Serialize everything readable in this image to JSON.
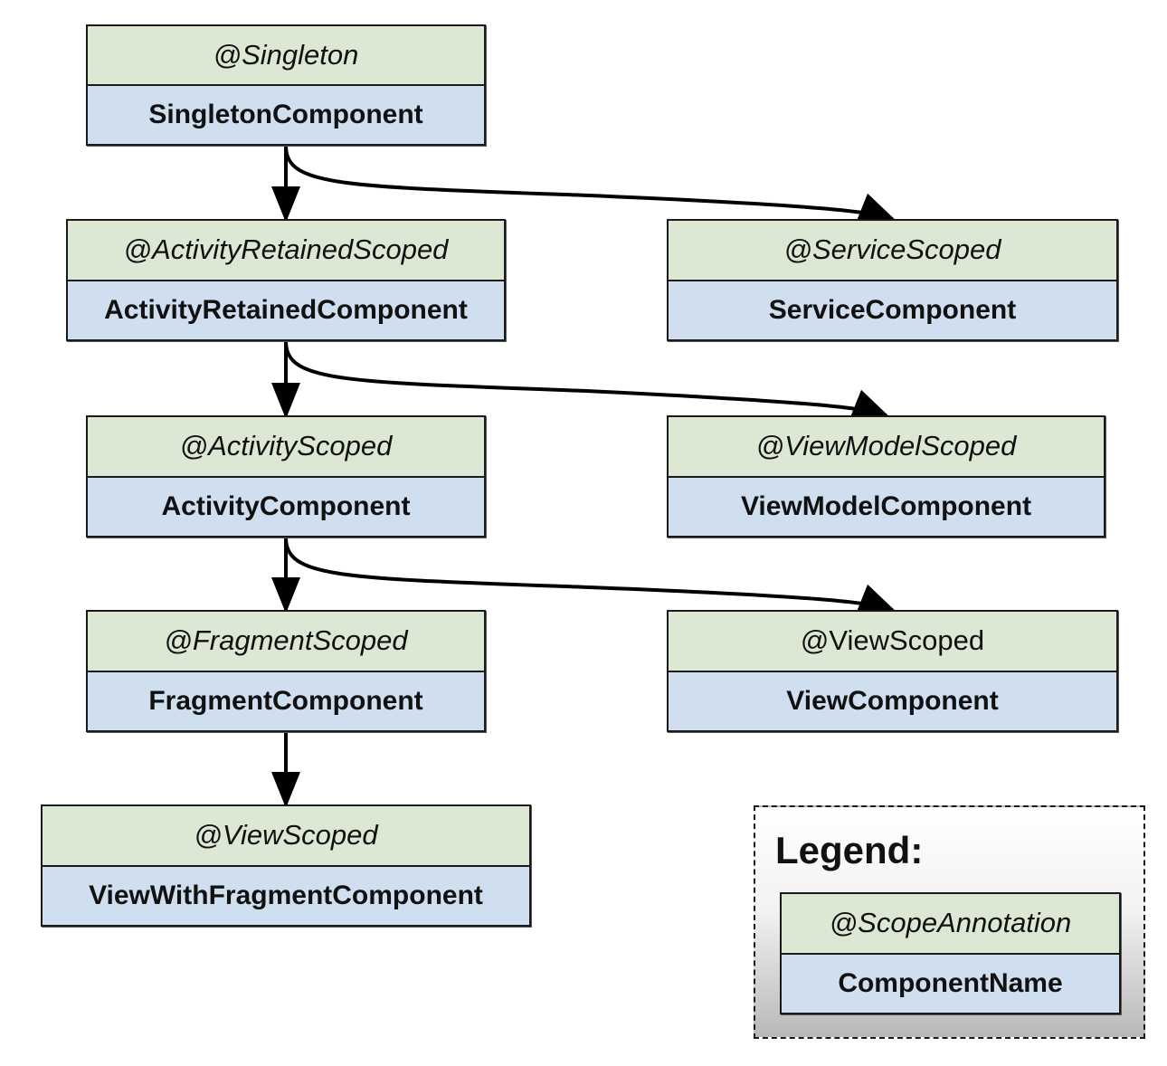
{
  "nodes": [
    {
      "id": "singleton",
      "scope": "@Singleton",
      "component": "SingletonComponent",
      "scope_italic": true
    },
    {
      "id": "activity-retained",
      "scope": "@ActivityRetainedScoped",
      "component": "ActivityRetainedComponent",
      "scope_italic": true
    },
    {
      "id": "service",
      "scope": "@ServiceScoped",
      "component": "ServiceComponent",
      "scope_italic": true
    },
    {
      "id": "activity",
      "scope": "@ActivityScoped",
      "component": "ActivityComponent",
      "scope_italic": true
    },
    {
      "id": "view-model",
      "scope": "@ViewModelScoped",
      "component": "ViewModelComponent",
      "scope_italic": true
    },
    {
      "id": "fragment",
      "scope": "@FragmentScoped",
      "component": "FragmentComponent",
      "scope_italic": true
    },
    {
      "id": "view",
      "scope": "@ViewScoped",
      "component": "ViewComponent",
      "scope_italic": false
    },
    {
      "id": "view-with-fragment",
      "scope": "@ViewScoped",
      "component": "ViewWithFragmentComponent",
      "scope_italic": true
    }
  ],
  "edges": [
    {
      "from": "singleton",
      "to": "activity-retained"
    },
    {
      "from": "singleton",
      "to": "service"
    },
    {
      "from": "activity-retained",
      "to": "activity"
    },
    {
      "from": "activity-retained",
      "to": "view-model"
    },
    {
      "from": "activity",
      "to": "fragment"
    },
    {
      "from": "activity",
      "to": "view"
    },
    {
      "from": "fragment",
      "to": "view-with-fragment"
    }
  ],
  "legend": {
    "title": "Legend:",
    "scope": "@ScopeAnnotation",
    "component": "ComponentName"
  },
  "colors": {
    "scope_fill": "#dce8d4",
    "component_fill": "#cfdff0",
    "stroke": "#111111"
  }
}
